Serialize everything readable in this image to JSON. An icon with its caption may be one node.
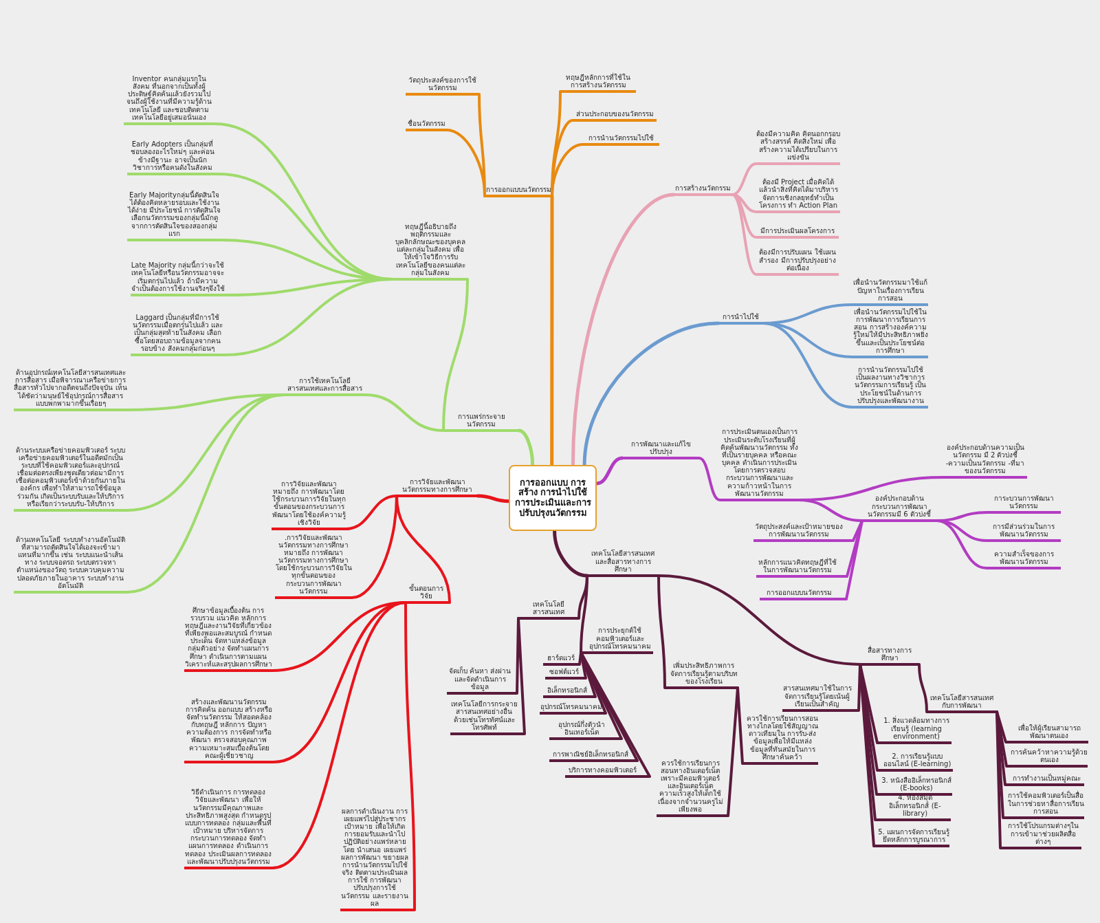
{
  "diagram": {
    "nodes": [
      {
        "text": [
          "การออกแบบ การสร้าง การนำไปใช้การประเมินและการปรับปรุงนวัตกรรม"
        ]
      },
      {
        "text": [
          "การออกแบบนวัตกรรม"
        ]
      },
      {
        "text": [
          "วัตถุประสงค์ของการใช้นวัตกรรม"
        ]
      },
      {
        "text": [
          "ชื่อนวัตกรรม"
        ]
      },
      {
        "text": [
          "ทฤษฎีหลักการที่ใช้ในการสร้างนวัตกรรม"
        ]
      },
      {
        "text": [
          "ส่วนประกอบของนวัตกรรม"
        ]
      },
      {
        "text": [
          "การนำนวัตกรรมไปใช้"
        ]
      },
      {
        "text": [
          "การสร้างนวัตกรรม"
        ]
      },
      {
        "text": [
          "ต้องมีความคิด คิดนอกกรอบ สร้างสรรค์ คิดสิ่งใหม่ เพื่อสร้างความได้เปรียบในการแข่งขัน"
        ]
      },
      {
        "text": [
          "ต้องมี Project เมื่อคิดได้แล้วนำสิ่งที่คิดได้มาบริหารจัดการเชิงกลยุทธ์ทำเป็นโครงการ ทำ Action Plan"
        ]
      },
      {
        "text": [
          "มีการประเมินผลโครงการ"
        ]
      },
      {
        "text": [
          "ต้องมีการปรับแผน ใช้แผนสำรอง มีการปรับปรุงอย่างต่อเนื่อง"
        ]
      },
      {
        "text": [
          "การนำไปใช้"
        ]
      },
      {
        "text": [
          "เพื่อนำนวัตกรรมมาใช้แก้ปัญหาในเรื่องการเรียนการสอน"
        ]
      },
      {
        "text": [
          "เพื่อนำนวัตกรรมไปใช้ในการพัฒนาการเรียนการสอน การสร้างองค์ความรู้ใหม่ให้มีประสิทธิภาพยิ่งขึ้นและเป็นประโยชน์ต่อการศึกษา"
        ]
      },
      {
        "text": [
          "การนำนวัตกรรมไปใช้เป็นผลงานทางวิชาการ นวัตกรรมการเรียนรู้ เป็นประโยชน์ในด้านการปรับปรุงและพัฒนางาน"
        ]
      },
      {
        "text": [
          "การพัฒนาและแก้ไขปรับปรุง"
        ]
      },
      {
        "text": [
          "การประเมินตนเองเป็นการประเมินระดับโรงเรียนที่ผู้คิดค้นพัฒนานวัตกรรม ทั้งที่เป็นรายบุคคล หรือคณะบุคคล ดำเนินการประเมินโดยการตรวจสอบกระบวนการพัฒนาและความก้าวหน้าในการพัฒนานวัตกรรม"
        ]
      },
      {
        "text": [
          "องค์ประกอบด้านความเป็นนวัตกรรม มี 2 ตัวบ่งชี้ -ความเป็นนวัตกรรม -ที่มาของนวัตกรรม"
        ]
      },
      {
        "text": [
          "องค์ประกอบด้านกระบวนการพัฒนานวัตกรรมมี 6 ตัวบ่งชี้"
        ]
      },
      {
        "text": [
          "วัตถุประสงค์และเป้าหมายของการพัฒนานวัตกรรม"
        ]
      },
      {
        "text": [
          "หลักการแนวคิดทฤษฎีที่ใช้ในการพัฒนานวัตกรรม"
        ]
      },
      {
        "text": [
          "การออกแบบนวัตกรรม"
        ]
      },
      {
        "text": [
          "การะบวนการพัฒนานวัตกรรม"
        ]
      },
      {
        "text": [
          "การมีส่วนร่วมในการพัฒนานวัตกรรม"
        ]
      },
      {
        "text": [
          "ความสำเร็จของการพัฒนานวัตกรรม"
        ]
      },
      {
        "text": [
          "เทคโนโลยีสารสนเทศและสื่อสารทางการศึกษา"
        ]
      },
      {
        "text": [
          "เทคโนโลยีสารสนเทศ"
        ]
      },
      {
        "text": [
          "จัดเก็บ ค้นหา ส่งผ่าน และจัดดำเนินการข้อมูล"
        ]
      },
      {
        "text": [
          "เทคโนโลยีการกระจายสารสนเทศอย่างอื่นด้วยเช่นโทรทัศน์และโทรศัพท์"
        ]
      },
      {
        "text": [
          "การประยุกต์ใช้คอมพิวเตอร์และอุปกรณ์โทรคมนาคม"
        ]
      },
      {
        "text": [
          "ฮาร์ดแวร์"
        ]
      },
      {
        "text": [
          "ซอฟต์แวร์"
        ]
      },
      {
        "text": [
          "อิเล็กทรอนิกส์"
        ]
      },
      {
        "text": [
          "อุปกรณ์โทรคมนาคม"
        ]
      },
      {
        "text": [
          "อุปกรณ์กึ่งตัวนำ อินเทอร์เน็ต"
        ]
      },
      {
        "text": [
          "การพาณิชย์อิเล็กทรอนิกส์"
        ]
      },
      {
        "text": [
          "บริการทางคอมพิวเตอร์"
        ]
      },
      {
        "text": [
          "เพิ่มประสิทธิภาพการจัดการเรียนรู้ตามบริบทของโรงเรียน"
        ]
      },
      {
        "text": [
          "ควรใช้การเรียนการสอนทางไกลโดยใช้สัญญาณดาวเทียมใน การรับ-ส่งข้อมูลเพื่อให้มีแหล่งข้อมูลที่ทันสมัยในการศึกษาค้นคว้า"
        ]
      },
      {
        "text": [
          "ควรใช้การเรียนการสอนทางอินเตอร์เน็ตเพราะมีคอมพิวเตอร์ และอินเตอร์เน็ตความเร็วสูงให้เด็กใช้ เนื่องจากจำนวนครูไม่เพียงพอ"
        ]
      },
      {
        "text": [
          "สื่อสารทางการศึกษา"
        ]
      },
      {
        "text": [
          "สารสนเทศมาใช้ในการจัดการเรียนรู้โดยเน้นผู้เรียนเป็นสำคัญ"
        ]
      },
      {
        "text": [
          "1. สิ่งแวดล้อมทางการเรียนรู้ (learning environment)"
        ]
      },
      {
        "text": [
          "2. การเรียนรู้แบบออนไลน์ (E-learning)"
        ]
      },
      {
        "text": [
          "3. หนังสืออิเล็กทรอนิกส์ (E-books)"
        ]
      },
      {
        "text": [
          "4. ห้องสมุดอิเล็กทรอนิกส์ (E-library)"
        ]
      },
      {
        "text": [
          "5. แผนการจัดการเรียนรู้ยึดหลักการบูรณาการ"
        ]
      },
      {
        "text": [
          "เทคโนโลยีสารสนเทศกับการพัฒนา"
        ]
      },
      {
        "text": [
          "เพื่อให้ผู้เรียนสามารถพัฒนาตนเอง"
        ]
      },
      {
        "text": [
          "การค้นคว้าหาความรู้ด้วยตนเอง"
        ]
      },
      {
        "text": [
          "การทำงานเป็นหมู่คณะ"
        ]
      },
      {
        "text": [
          "การใช้คอมพิวเตอร์เป็นสื่อในการช่วยหาสื่อการเรียนการสอน"
        ]
      },
      {
        "text": [
          "การใช้โปรแกรมต่างๆในการเข้ามาช่วยผลิตสื่อต่างๆ"
        ]
      },
      {
        "text": [
          "การวิจัยและพัฒนานวัตกรรมทางการศึกษา"
        ]
      },
      {
        "text": [
          "การวิจัยและพัฒนา หมายถึง การพัฒนาโดยใช้กระบวนการวิจัยในทุกขั้นตอนของกระบวนการพัฒนาโดยใช้องค์ความรู้เชิงวิจัย"
        ]
      },
      {
        "text": [
          ".การวิจัยและพัฒนานวัตกรรมทางการศึกษา หมายถึง การพัฒนานวัตกรรมทางการศึกษา โดยใช้กระบวนการวิจัยในทุกขั้นตอนของกระบวนการพัฒนานวัตกรรม"
        ]
      },
      {
        "text": [
          "ขั้นตอนการวิจัย"
        ]
      },
      {
        "text": [
          "ศึกษาข้อมูลเบื้องต้น การรวบรวม แนวคิด หลักการ ทฤษฎีและงานวิจัยที่เกี่ยวข้องที่เพียงพอและสมบูรณ์ กำหนดประเด็น จัดหาแหล่งข้อมูล กลุ่มตัวอย่าง จัดทำแผนการศึกษา ดำเนินการตามแผน วิเคราะห์และสรุปผลการศึกษา"
        ]
      },
      {
        "text": [
          "สร้างและพัฒนานวัตกรรม การคิดค้น ออกแบบ สร้างหรือจัดทำนวัตกรรม ให้สอดคล้องกับทฤษฎี หลักการ ปัญหา ความต้องการ การจัดทำหรือพัฒนา ตรวจสอบคุณภาพ ความเหมาะสมเบื้องต้นโดยคณะผู้เชี่ยวชาญ"
        ]
      },
      {
        "text": [
          "วิธีดำเนินการ การทดลอง วิจัยและพัฒนา เพื่อให้นวัตกรรมมีคุณภาพและประสิทธิภาพสูงสุด กำหนดรูปแบบการทดลอง กลุ่มและพื้นที่เป้าหมาย บริหารจัดการกระบวนการทดลอง จัดทำแผนการทดลอง ดำเนินการทดลอง ประเมินผลการทดลอง และพัฒนาปรับปรุงนวัตกรรม"
        ]
      },
      {
        "text": [
          "ผลการดำเนินงาน การเผยแพร่ไปสู่ประชากรเป้าหมาย เพื่อให้เกิดการยอมรับและนำไปปฏิบัติอย่างแพร่หลาย โดย นำเสนอ เผยแพร่ผลการพัฒนา ขยายผลการนำนวัตกรรมไปใช้จริง ติดตามประเมินผลการใช้ การพัฒนาปรับปรุงการใช้นวัตกรรม และรายงานผล"
        ]
      },
      {
        "text": [
          "การแพร่กระจายนวัตกรรม"
        ]
      },
      {
        "text": [
          "ทฤษฎีนี้อธิบายถึงพฤติกรรมและบุคลิกลักษณะของบุคคลแต่ละกลุ่มในสังคม เพื่อให้เข้าใจวิธีการรับเทคโนโลยีของคนแต่ละกลุ่มในสังคม"
        ]
      },
      {
        "text": [
          "Inventor คนกลุ่มแรกในสังคม ที่นอกจากเป็นทั้งผู้ประดิษฐ์คิดค้นแล้วยังรวมไปจนถึงผู้ใช้งานที่มีความรู้ด้านเทคโนโลยี และชอบติดตามเทคโนโลยีอยู่เสมอนั่นเอง"
        ]
      },
      {
        "text": [
          "Early Adopters เป็นกลุ่มที่ชอบลองอะไรใหม่ๆ และค่อนข้างมีฐานะ อาจเป็นนักวิชาการหรือคนดังในสังคม"
        ]
      },
      {
        "text": [
          "Early Majorityกลุ่มนี้ตัดสินใจได้ต้องคิดหลายรอบและใช้งานได้ง่าย มีประโยชน์ การตัดสินใจเลือกนวัตกรรมของกลุ่มนี้มักดูจากการตัดสินใจของสองกลุ่มแรก"
        ]
      },
      {
        "text": [
          "Late Majority กลุ่มนี้กว่าจะใช้เทคโนโลยีหรือนวัตกรรมอาจจะเริ่มตกรุ่นไปแล้ว ถ้ามีความจำเป็นต้องการใช้งานจริงๆจึงใช้"
        ]
      },
      {
        "text": [
          "Laggard เป็นกลุ่มที่มีการใช้นวัตกรรมเมื่อตกรุ่นไปแล้ว และเป็นกลุ่มสุดท้ายในสังคม เลือกซื้อโดยสอบถามข้อมูลจากคนรอบข้าง สังคมกลุ่มก่อนๆ"
        ]
      },
      {
        "text": [
          "การใช้เทคโนโลยีสารสนเทศและการสื่อสาร"
        ]
      },
      {
        "text": [
          "ด้านอุปกรณ์เทคโนโลยีสารสนเทศและการสื่อสาร เมื่อพิจารณาเครือข่ายการสื่อสารทั่วไปจากอดีตจนถึงปัจจุบัน เห็นได้ชัดว่ามนุษย์ใช้อุปกรณ์การสื่อสารแบบพกพามากขึ้นเรื่อยๆ"
        ]
      },
      {
        "text": [
          "ด้านระบบเครือข่ายคอมพิวเตอร์ ระบบเครือข่ายคอมพิวเตอร์ในอดีตมักเป็นระบบที่ใช้คอมพิวเตอร์และอุปกรณ์เชื่อมต่อตรงเพียงชุดเดียวต่อมามีการเชื่อต่อคอมพิวเตอร์เข้าด้วยกันภายในองค์กร เพื่อทำให้สามารถใช้ข้อมูลร่วมกัน เกิดเป็นระบบรับและให้บริการ หรือเรียกว่าระบบรับ-ให้บริการ"
        ]
      },
      {
        "text": [
          "ด้านเทคโนโลยี ระบบทำงานอัตโนมัติที่สามารถตัดสินใจได้เองจะเข้ามาแทนที่มากขึ้น เช่น ระบบแนะนำเส้นทาง ระบบจอดรถ ระบบตรวจหาตำแหน่งของวัตถุ ระบบควบคุมความปลอดภัยภายในอาคาร ระบบทำงานอัตโนมัติ"
        ]
      }
    ],
    "edges": [
      {
        "from": 0,
        "to": 1,
        "arrow": "none",
        "color": "#e88a10"
      },
      {
        "from": 1,
        "to": 2,
        "arrow": "none",
        "color": "#e88a10"
      },
      {
        "from": 1,
        "to": 3,
        "arrow": "none",
        "color": "#e88a10"
      },
      {
        "from": 1,
        "to": 4,
        "arrow": "none",
        "color": "#e88a10"
      },
      {
        "from": 1,
        "to": 5,
        "arrow": "none",
        "color": "#e88a10"
      },
      {
        "from": 1,
        "to": 6,
        "arrow": "none",
        "color": "#e88a10"
      },
      {
        "from": 0,
        "to": 7,
        "arrow": "none",
        "color": "#e8a2b4"
      },
      {
        "from": 7,
        "to": 8,
        "arrow": "none",
        "color": "#e8a2b4"
      },
      {
        "from": 7,
        "to": 9,
        "arrow": "none",
        "color": "#e8a2b4"
      },
      {
        "from": 7,
        "to": 10,
        "arrow": "none",
        "color": "#e8a2b4"
      },
      {
        "from": 7,
        "to": 11,
        "arrow": "none",
        "color": "#e8a2b4"
      },
      {
        "from": 0,
        "to": 12,
        "arrow": "none",
        "color": "#6b9bd0"
      },
      {
        "from": 12,
        "to": 13,
        "arrow": "none",
        "color": "#6b9bd0"
      },
      {
        "from": 12,
        "to": 14,
        "arrow": "none",
        "color": "#6b9bd0"
      },
      {
        "from": 12,
        "to": 15,
        "arrow": "none",
        "color": "#6b9bd0"
      },
      {
        "from": 0,
        "to": 16,
        "arrow": "none",
        "color": "#b23cc2"
      },
      {
        "from": 16,
        "to": 17,
        "arrow": "none",
        "color": "#b23cc2"
      },
      {
        "from": 17,
        "to": 18,
        "arrow": "none",
        "color": "#b23cc2"
      },
      {
        "from": 17,
        "to": 19,
        "arrow": "none",
        "color": "#b23cc2"
      },
      {
        "from": 19,
        "to": 20,
        "arrow": "none",
        "color": "#b23cc2"
      },
      {
        "from": 19,
        "to": 21,
        "arrow": "none",
        "color": "#b23cc2"
      },
      {
        "from": 19,
        "to": 22,
        "arrow": "none",
        "color": "#b23cc2"
      },
      {
        "from": 19,
        "to": 23,
        "arrow": "none",
        "color": "#b23cc2"
      },
      {
        "from": 19,
        "to": 24,
        "arrow": "none",
        "color": "#b23cc2"
      },
      {
        "from": 19,
        "to": 25,
        "arrow": "none",
        "color": "#b23cc2"
      },
      {
        "from": 0,
        "to": 26,
        "arrow": "none"
      },
      {
        "from": 26,
        "to": 27,
        "arrow": "none"
      },
      {
        "from": 27,
        "to": 28,
        "arrow": "none"
      },
      {
        "from": 27,
        "to": 29,
        "arrow": "none"
      },
      {
        "from": 26,
        "to": 30,
        "arrow": "none"
      },
      {
        "from": 30,
        "to": 31,
        "arrow": "none"
      },
      {
        "from": 30,
        "to": 32,
        "arrow": "none"
      },
      {
        "from": 30,
        "to": 33,
        "arrow": "none"
      },
      {
        "from": 30,
        "to": 34,
        "arrow": "none"
      },
      {
        "from": 30,
        "to": 35,
        "arrow": "none"
      },
      {
        "from": 30,
        "to": 36,
        "arrow": "none"
      },
      {
        "from": 30,
        "to": 37,
        "arrow": "none"
      },
      {
        "from": 26,
        "to": 38,
        "arrow": "none"
      },
      {
        "from": 38,
        "to": 39,
        "arrow": "none"
      },
      {
        "from": 38,
        "to": 40,
        "arrow": "none"
      },
      {
        "from": 26,
        "to": 41,
        "arrow": "none"
      },
      {
        "from": 41,
        "to": 42,
        "arrow": "none"
      },
      {
        "from": 41,
        "to": 43,
        "arrow": "none"
      },
      {
        "from": 41,
        "to": 44,
        "arrow": "none"
      },
      {
        "from": 41,
        "to": 45,
        "arrow": "none"
      },
      {
        "from": 41,
        "to": 46,
        "arrow": "none"
      },
      {
        "from": 41,
        "to": 47,
        "arrow": "none"
      },
      {
        "from": 41,
        "to": 48,
        "arrow": "none"
      },
      {
        "from": 48,
        "to": 49,
        "arrow": "none"
      },
      {
        "from": 48,
        "to": 50,
        "arrow": "none"
      },
      {
        "from": 48,
        "to": 51,
        "arrow": "none"
      },
      {
        "from": 48,
        "to": 52,
        "arrow": "none"
      },
      {
        "from": 48,
        "to": 53,
        "arrow": "none"
      },
      {
        "from": 0,
        "to": 54,
        "arrow": "none",
        "color": "#e8141c"
      },
      {
        "from": 54,
        "to": 55,
        "arrow": "none",
        "color": "#e8141c"
      },
      {
        "from": 54,
        "to": 56,
        "arrow": "none",
        "color": "#e8141c"
      },
      {
        "from": 54,
        "to": 57,
        "arrow": "none",
        "color": "#e8141c"
      },
      {
        "from": 57,
        "to": 58,
        "arrow": "none",
        "color": "#e8141c"
      },
      {
        "from": 57,
        "to": 59,
        "arrow": "none",
        "color": "#e8141c"
      },
      {
        "from": 57,
        "to": 60,
        "arrow": "none",
        "color": "#e8141c"
      },
      {
        "from": 57,
        "to": 61,
        "arrow": "none",
        "color": "#e8141c"
      },
      {
        "from": 0,
        "to": 62,
        "arrow": "none",
        "color": "#9fdb6b"
      },
      {
        "from": 62,
        "to": 63,
        "arrow": "none",
        "color": "#9fdb6b"
      },
      {
        "from": 63,
        "to": 64,
        "arrow": "none",
        "color": "#9fdb6b"
      },
      {
        "from": 63,
        "to": 65,
        "arrow": "none",
        "color": "#9fdb6b"
      },
      {
        "from": 63,
        "to": 66,
        "arrow": "none",
        "color": "#9fdb6b"
      },
      {
        "from": 63,
        "to": 67,
        "arrow": "none",
        "color": "#9fdb6b"
      },
      {
        "from": 63,
        "to": 68,
        "arrow": "none",
        "color": "#9fdb6b"
      },
      {
        "from": 62,
        "to": 69,
        "arrow": "none",
        "color": "#9fdb6b"
      },
      {
        "from": 69,
        "to": 70,
        "arrow": "none",
        "color": "#9fdb6b"
      },
      {
        "from": 69,
        "to": 71,
        "arrow": "none",
        "color": "#9fdb6b"
      },
      {
        "from": 69,
        "to": 72,
        "arrow": "none",
        "color": "#9fdb6b"
      }
    ]
  }
}
